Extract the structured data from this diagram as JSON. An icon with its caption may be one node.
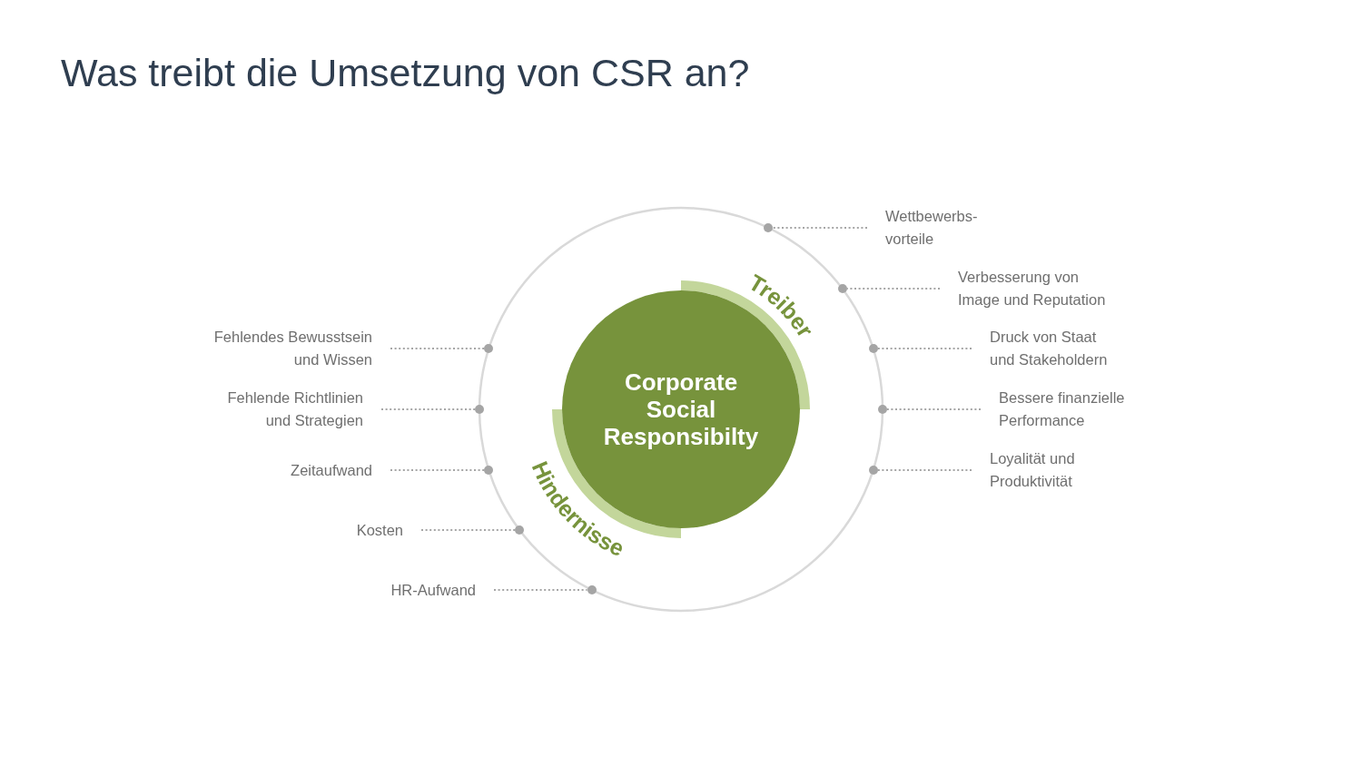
{
  "diagram": {
    "title": "Was treibt die Umsetzung von CSR an?",
    "nodes": [
      {
        "text": [
          "Corporate Social Responsibilty"
        ]
      },
      {
        "text": [
          "Treiber"
        ]
      },
      {
        "text": [
          "Hindernisse"
        ]
      },
      {
        "text": [
          "Wettbewerbs- vorteile"
        ]
      },
      {
        "text": [
          "Verbesserung von Image und Reputation"
        ]
      },
      {
        "text": [
          "Druck von Staat und Stakeholdern"
        ]
      },
      {
        "text": [
          "Bessere finanzielle Performance"
        ]
      },
      {
        "text": [
          "Loyalität und Produktivität"
        ]
      },
      {
        "text": [
          "Fehlendes Bewusstsein und Wissen"
        ]
      },
      {
        "text": [
          "Fehlende Richtlinien und Strategien"
        ]
      },
      {
        "text": [
          "Zeitaufwand"
        ]
      },
      {
        "text": [
          "Kosten"
        ]
      },
      {
        "text": [
          "HR-Aufwand"
        ]
      },
      {
        "text": [],
        "shape": "circle"
      },
      {
        "text": [],
        "shape": "circle"
      },
      {
        "text": [],
        "shape": "circle"
      },
      {
        "text": [],
        "shape": "circle"
      },
      {
        "text": [],
        "shape": "circle"
      },
      {
        "text": [],
        "shape": "circle"
      },
      {
        "text": [],
        "shape": "circle"
      },
      {
        "text": [],
        "shape": "circle"
      },
      {
        "text": [],
        "shape": "circle"
      },
      {
        "text": [],
        "shape": "circle"
      }
    ],
    "edges": [
      {
        "from": 3,
        "to": 13,
        "arrow": "none",
        "style": "dashed"
      },
      {
        "from": 4,
        "to": 14,
        "arrow": "none",
        "style": "dashed"
      },
      {
        "from": 5,
        "to": 15,
        "arrow": "none",
        "style": "dashed"
      },
      {
        "from": 6,
        "to": 16,
        "arrow": "none",
        "style": "dashed"
      },
      {
        "from": 7,
        "to": 17,
        "arrow": "none",
        "style": "dashed"
      },
      {
        "from": 8,
        "to": 18,
        "arrow": "none",
        "style": "dashed"
      },
      {
        "from": 9,
        "to": 19,
        "arrow": "none",
        "style": "dashed"
      },
      {
        "from": 10,
        "to": 20,
        "arrow": "none",
        "style": "dashed"
      },
      {
        "from": 11,
        "to": 21,
        "arrow": "none",
        "style": "dashed"
      },
      {
        "from": 12,
        "to": 22,
        "arrow": "none",
        "style": "dashed"
      }
    ]
  }
}
